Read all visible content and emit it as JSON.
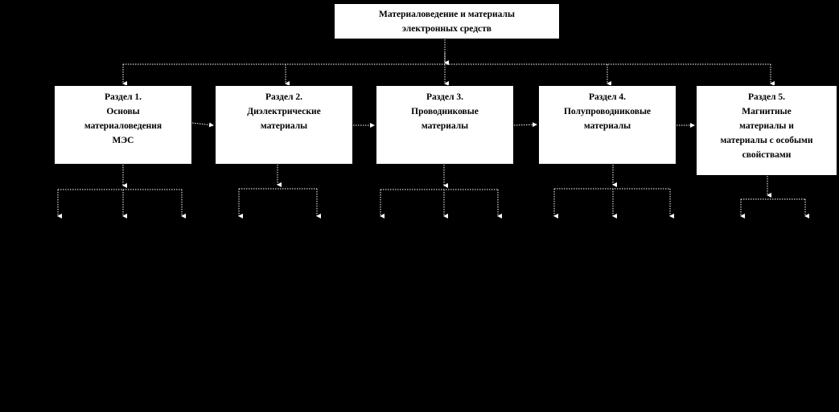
{
  "diagram": {
    "root": {
      "line1": "Материаловедение и материалы",
      "line2": "электронных средств"
    },
    "sections": [
      {
        "id": "1",
        "lines": [
          "Раздел 1.",
          "Основы",
          "материаловедения",
          "МЭС"
        ]
      },
      {
        "id": "2",
        "lines": [
          "Раздел 2.",
          "Диэлектрические",
          "материалы"
        ]
      },
      {
        "id": "3",
        "lines": [
          "Раздел 3.",
          "Проводниковые",
          "материалы"
        ]
      },
      {
        "id": "4",
        "lines": [
          "Раздел 4.",
          "Полупроводниковые",
          "материалы"
        ]
      },
      {
        "id": "5",
        "lines": [
          "Раздел 5.",
          "Магнитные",
          "материалы и",
          "материалы с особыми",
          "свойствами"
        ]
      }
    ]
  },
  "colors": {
    "background": "#000000",
    "box_fill": "#ffffff",
    "text": "#000000",
    "connector": "#ffffff"
  }
}
